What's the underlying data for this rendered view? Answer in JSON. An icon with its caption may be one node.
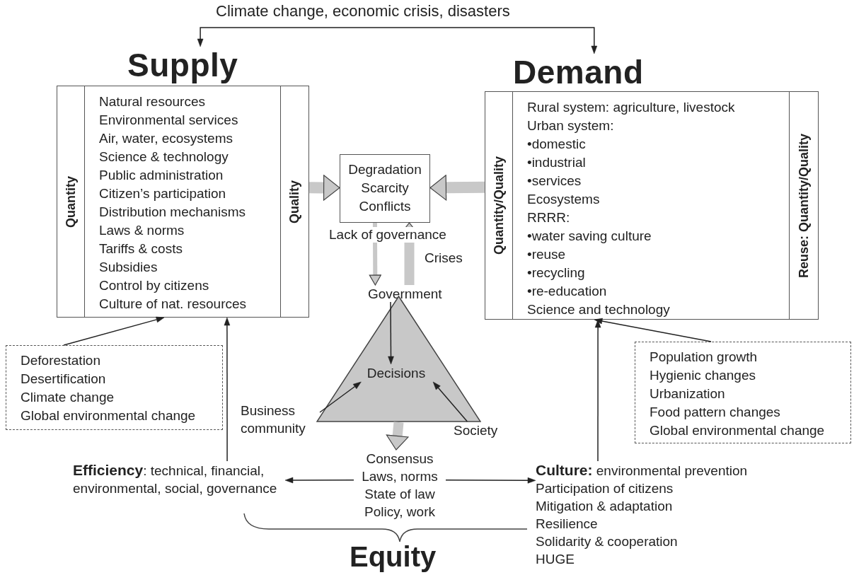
{
  "diagram": {
    "nodes": [
      {
        "text": [
          "Supply"
        ]
      },
      {
        "text": [
          "Quantity"
        ],
        "in": 0
      },
      {
        "text": [
          "Natural resources",
          "Environmental services",
          "Air, water, ecosystems",
          "Science & technology",
          "Public administration",
          "Citizen’s participation",
          "Distribution mechanisms",
          "Laws & norms",
          "Tariffs & costs",
          "Subsidies",
          "Control by citizens",
          "Culture of nat. resources"
        ],
        "in": 0
      },
      {
        "text": [
          "Quality"
        ],
        "in": 0
      },
      {
        "text": [
          "Demand"
        ]
      },
      {
        "text": [
          "Quantity/Quality"
        ],
        "in": 4
      },
      {
        "text": [
          "Rural system: agriculture, livestock",
          "Urban system:",
          "•domestic",
          "•industrial",
          "•services",
          "Ecosystems",
          "RRRR:",
          "•water saving culture",
          "•reuse",
          "•recycling",
          "•re-education",
          "Science and technology"
        ],
        "in": 4
      },
      {
        "text": [
          "Reuse: Quantity/Quality"
        ],
        "in": 4
      },
      {
        "text": [
          "Degradation",
          "Scarcity",
          "Conflicts"
        ]
      },
      {
        "text": [
          "Government"
        ]
      },
      {
        "text": [],
        "shape": "triangle"
      },
      {
        "text": [
          "Decisions"
        ],
        "in": 10
      },
      {
        "text": [
          "Business community"
        ]
      },
      {
        "text": [
          "Society"
        ]
      },
      {
        "text": [
          "Consensus",
          "Laws, norms",
          "State of law",
          "Policy, work"
        ]
      },
      {
        "text": [
          "**Efficiency**: technical, financial, environmental, social, governance"
        ]
      },
      {
        "text": [
          "**Culture:** environmental prevention",
          "Participation of citizens",
          "Mitigation & adaptation",
          "Resilience",
          "Solidarity & cooperation",
          "HUGE"
        ]
      },
      {
        "text": [
          "Deforestation",
          "Desertification",
          "Climate change",
          "Global environmental change"
        ]
      },
      {
        "text": [
          "Population growth",
          "Hygienic changes",
          "Urbanization",
          "Food pattern changes",
          "Global environmental change"
        ]
      }
    ],
    "edges": [
      {
        "from": 0,
        "to": 4,
        "arrow": "both",
        "label": "Climate change, economic crisis, disasters"
      },
      {
        "from": 3,
        "to": 8,
        "arrow": "to",
        "style": "thick",
        "color": "#c8c8c8"
      },
      {
        "from": 5,
        "to": 8,
        "arrow": "to",
        "style": "thick",
        "color": "#c8c8c8"
      },
      {
        "from": 8,
        "to": 9,
        "arrow": "to",
        "style": "thick",
        "color": "#c8c8c8",
        "label": "Lack of governance"
      },
      {
        "from": 9,
        "to": 8,
        "arrow": "to",
        "style": "thick",
        "color": "#c8c8c8",
        "label": "Crises"
      },
      {
        "from": 9,
        "to": 11,
        "arrow": "to"
      },
      {
        "from": 12,
        "to": 11,
        "arrow": "to"
      },
      {
        "from": 13,
        "to": 11,
        "arrow": "to"
      },
      {
        "from": 10,
        "to": 14,
        "arrow": "to",
        "style": "thick",
        "color": "#c8c8c8"
      },
      {
        "from": 14,
        "to": 15,
        "arrow": "to"
      },
      {
        "from": 14,
        "to": 16,
        "arrow": "to"
      },
      {
        "from": 15,
        "to": 2,
        "arrow": "to"
      },
      {
        "from": 16,
        "to": 6,
        "arrow": "to"
      },
      {
        "from": 17,
        "to": 2,
        "arrow": "to"
      },
      {
        "from": 18,
        "to": 6,
        "arrow": "to"
      }
    ],
    "labels": [
      "Equity"
    ]
  }
}
